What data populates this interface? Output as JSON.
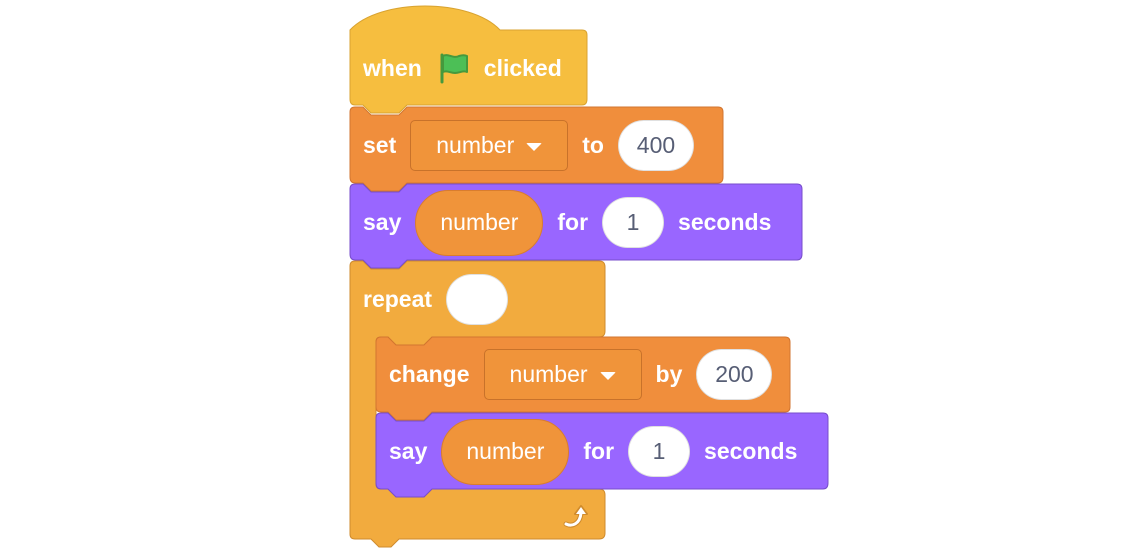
{
  "colors": {
    "events": "#f6be3f",
    "events_border": "#d9a330",
    "variables": "#f08e3c",
    "variables_border": "#d27530",
    "looks": "#9966ff",
    "looks_border": "#774dcb",
    "control": "#f2ab3e",
    "control_border": "#cf8b2d",
    "flag": "#4cbf56",
    "text_on_block": "#ffffff",
    "input_text": "#575e75"
  },
  "hat_block": {
    "when_label": "when",
    "flag_icon": "green-flag-icon",
    "clicked_label": "clicked"
  },
  "set_block": {
    "label": "set",
    "variable": "number",
    "to_label": "to",
    "value": "400"
  },
  "say_block_1": {
    "label": "say",
    "reporter": "number",
    "for_label": "for",
    "duration": "1",
    "seconds_label": "seconds"
  },
  "repeat_block": {
    "label": "repeat",
    "count": "",
    "loop_icon": "loop-arrow-icon"
  },
  "change_block": {
    "label": "change",
    "variable": "number",
    "by_label": "by",
    "value": "200"
  },
  "say_block_2": {
    "label": "say",
    "reporter": "number",
    "for_label": "for",
    "duration": "1",
    "seconds_label": "seconds"
  }
}
